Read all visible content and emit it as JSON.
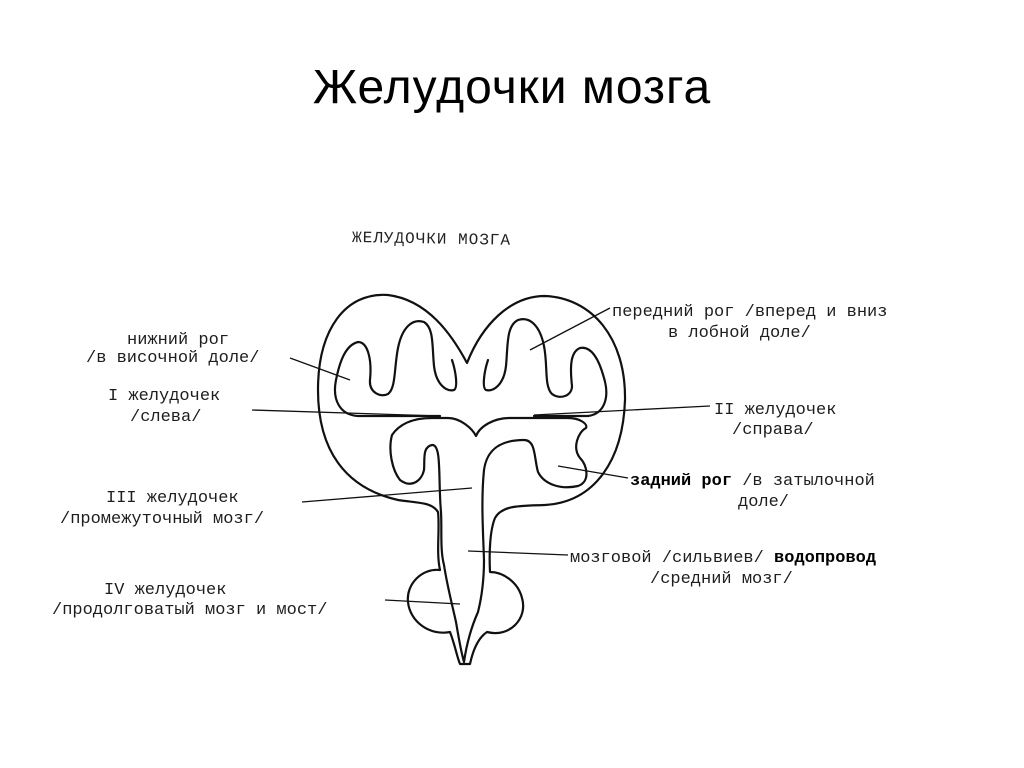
{
  "title": "Желудочки мозга",
  "figure": {
    "subtitle": "ЖЕЛУДОЧКИ МОЗГА",
    "labels": {
      "anterior_horn_1": "передний рог  /вперед и вниз",
      "anterior_horn_2": "в лобной доле/",
      "inferior_horn_1": "нижний рог",
      "inferior_horn_2": "/в височной доле/",
      "ventricle_1_1": "I желудочек",
      "ventricle_1_2": "/слева/",
      "ventricle_2_1": "II желудочек",
      "ventricle_2_2": "/справа/",
      "posterior_horn_1a": "задний рог",
      "posterior_horn_1b": " /в затылочной",
      "posterior_horn_2": "доле/",
      "ventricle_3_1": "III желудочек",
      "ventricle_3_2": "/промежуточный мозг/",
      "aqueduct_1a": "мозговой /сильвиев/ ",
      "aqueduct_1b": "водопровод",
      "aqueduct_2": "/средний мозг/",
      "ventricle_4_1": "IV желудочек",
      "ventricle_4_2": "/продолговатый мозг и мост/"
    }
  }
}
